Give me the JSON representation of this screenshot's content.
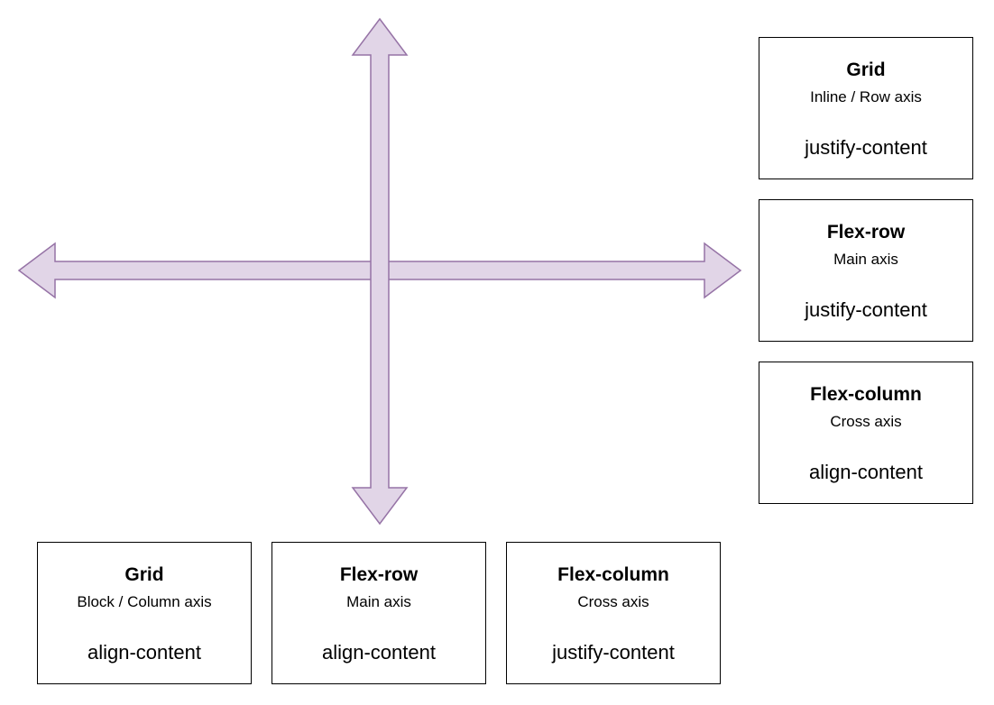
{
  "colors": {
    "arrow_fill": "#e1d5e7",
    "arrow_stroke": "#9673a6",
    "box_border": "#000000"
  },
  "arrows": {
    "horizontal": "double-headed-arrow",
    "vertical": "double-headed-arrow"
  },
  "row_axis_boxes": [
    {
      "title": "Grid",
      "subtitle": "Inline / Row axis",
      "property": "justify-content"
    },
    {
      "title": "Flex-row",
      "subtitle": "Main axis",
      "property": "justify-content"
    },
    {
      "title": "Flex-column",
      "subtitle": "Cross axis",
      "property": "align-content"
    }
  ],
  "column_axis_boxes": [
    {
      "title": "Grid",
      "subtitle": "Block / Column axis",
      "property": "align-content"
    },
    {
      "title": "Flex-row",
      "subtitle": "Main axis",
      "property": "align-content"
    },
    {
      "title": "Flex-column",
      "subtitle": "Cross axis",
      "property": "justify-content"
    }
  ]
}
